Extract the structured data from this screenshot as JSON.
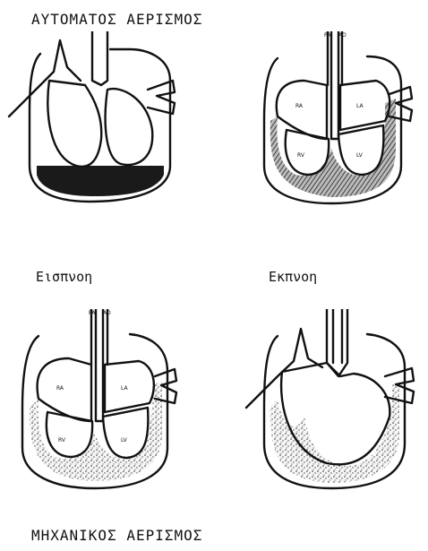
{
  "top_title": "ΑΥΤΟΜΑΤΟΣ ΑΕΡΙΣΜΟΣ",
  "bottom_title": "ΜΗΧΑΝΙΚΟΣ ΑΕΡΙΣΜΟΣ",
  "phase_left": "Εισπνοη",
  "phase_right": "Εκπνοη",
  "chamber_labels": {
    "ra": "RA",
    "la": "LA",
    "rv": "RV",
    "lv": "LV"
  },
  "vessel_labels": {
    "pa": "PA",
    "ao": "AO"
  }
}
